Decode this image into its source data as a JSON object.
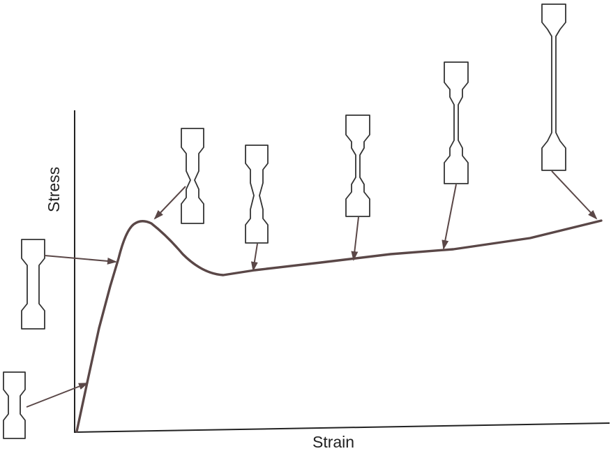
{
  "chart_data": {
    "type": "line",
    "xlabel": "Strain",
    "ylabel": "Stress",
    "grid": false,
    "legend": "none"
  },
  "colors": {
    "curve": "#5a4747",
    "axes": "#222222",
    "specimen_outline": "#333333",
    "background": "#ffffff"
  }
}
